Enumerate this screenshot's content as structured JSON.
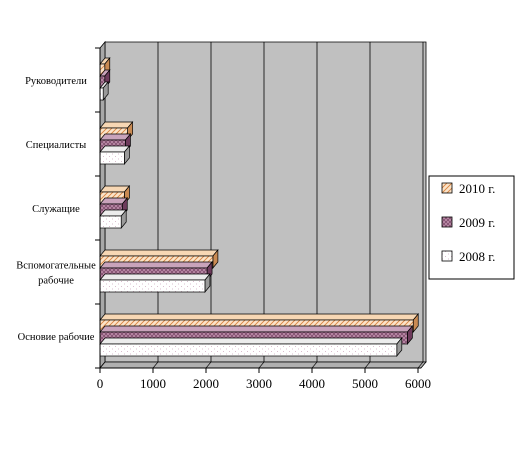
{
  "chart_data": {
    "type": "bar",
    "orientation": "horizontal",
    "style": "3d-clustered",
    "categories": [
      "Руководители",
      "Специалисты",
      "Служащие",
      "Вспомогательные рабочие",
      "Основие рабочие"
    ],
    "category_lines": [
      [
        "Руководители"
      ],
      [
        "Специалисты"
      ],
      [
        "Служащие"
      ],
      [
        "Вспомогательные",
        "рабочие"
      ],
      [
        "Основие рабочие"
      ]
    ],
    "series": [
      {
        "name": "2010 г.",
        "values": [
          90,
          520,
          460,
          2130,
          5910
        ],
        "color": "#f5c89a",
        "pattern": "diagonal-hatch"
      },
      {
        "name": "2009 г.",
        "values": [
          90,
          480,
          420,
          2020,
          5800
        ],
        "color": "#a87090",
        "pattern": "crosshatch"
      },
      {
        "name": "2008 г.",
        "values": [
          60,
          460,
          400,
          1980,
          5600
        ],
        "color": "#ffffff",
        "pattern": "dotted"
      }
    ],
    "x_ticks": [
      0,
      1000,
      2000,
      3000,
      4000,
      5000,
      6000
    ],
    "xlim": [
      0,
      6000
    ],
    "grid": true,
    "legend_position": "right",
    "title": "",
    "xlabel": "",
    "ylabel": ""
  }
}
